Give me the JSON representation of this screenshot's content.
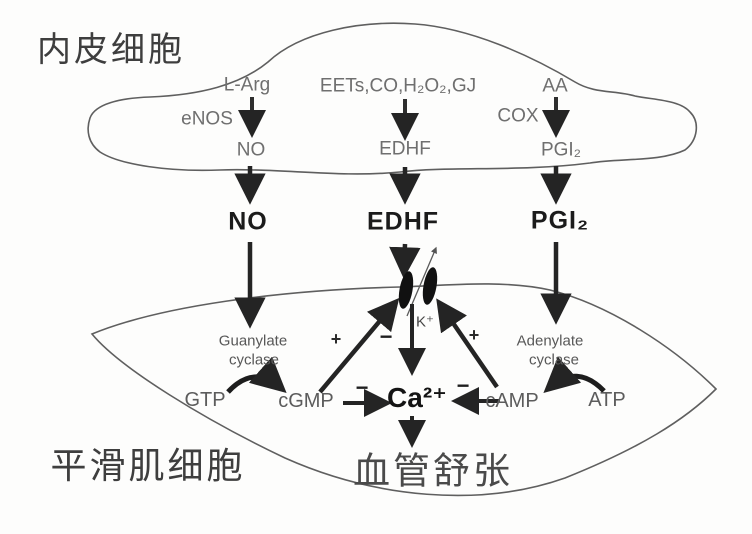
{
  "diagram": {
    "colors": {
      "ink": "#1b1b1b",
      "membrane": "#5a5a5a",
      "faded_label": "#6f6f6f"
    },
    "endo": {
      "title": "内皮细胞",
      "l_arg": "L-Arg",
      "enos": "eNOS",
      "no": "NO",
      "eets": "EETs,CO,H₂O₂,GJ",
      "edhf": "EDHF",
      "aa": "AA",
      "cox": "COX",
      "pgi2": "PGI₂"
    },
    "mediators": {
      "no": "NO",
      "edhf": "EDHF",
      "pgi2": "PGI₂"
    },
    "smc": {
      "title": "平滑肌细胞",
      "guanylate1": "Guanylate",
      "guanylate2": "cyclase",
      "adenylate1": "Adenylate",
      "adenylate2": "cyclase",
      "gtp": "GTP",
      "cgmp": "cGMP",
      "ca": "Ca²⁺",
      "camp": "cAMP",
      "atp": "ATP",
      "k": "K⁺",
      "plus_left": "+",
      "plus_right": "+",
      "minus_channel": "−",
      "minus_cgmp": "−",
      "minus_camp": "−",
      "outcome": "血管舒张"
    }
  }
}
